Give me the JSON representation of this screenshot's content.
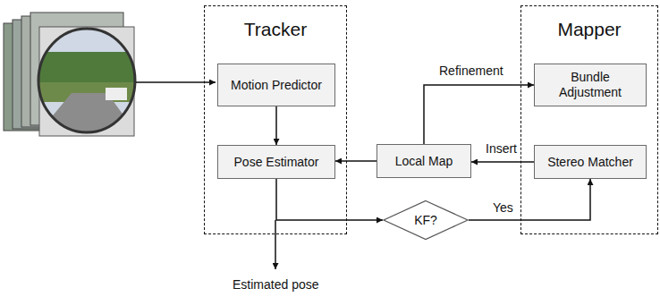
{
  "diagram": {
    "nodes": [
      {
        "text": [
          "Tracker"
        ]
      },
      {
        "text": [
          "Motion Predictor"
        ],
        "in": 0
      },
      {
        "text": [
          "Pose Estimator"
        ],
        "in": 0
      },
      {
        "text": [
          "Mapper"
        ]
      },
      {
        "text": [
          "Bundle Adjustment"
        ],
        "in": 3
      },
      {
        "text": [
          "Stereo Matcher"
        ],
        "in": 3
      },
      {
        "text": [
          "Local Map"
        ]
      },
      {
        "text": [
          "KF?"
        ]
      }
    ],
    "edges": [
      {
        "from": 1,
        "to": 2,
        "arrow": "to"
      },
      {
        "from": 6,
        "to": 2,
        "arrow": "to"
      },
      {
        "from": 6,
        "to": 4,
        "label": "Refinement",
        "arrow": "to"
      },
      {
        "from": 5,
        "to": 6,
        "label": "Insert",
        "arrow": "to"
      },
      {
        "from": 2,
        "to": 7,
        "arrow": "to"
      },
      {
        "from": 7,
        "to": 5,
        "label": "Yes",
        "arrow": "to"
      }
    ],
    "labels": [
      "Estimated pose"
    ]
  }
}
